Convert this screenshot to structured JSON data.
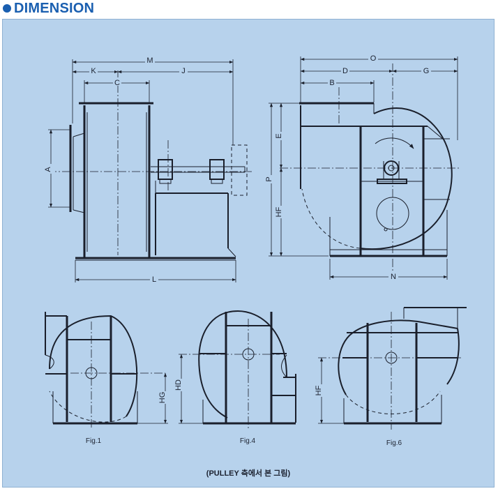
{
  "header": {
    "title": "DIMENSION",
    "bullet_color": "#1a5fb0"
  },
  "panel_color": "#b7d2ec",
  "dimensions": {
    "M": "M",
    "K": "K",
    "J": "J",
    "C": "C",
    "A": "A",
    "L": "L",
    "O": "O",
    "D": "D",
    "G": "G",
    "B": "B",
    "E": "E",
    "P": "P",
    "HF": "HF",
    "N": "N"
  },
  "figures": {
    "fig1": {
      "label": "Fig.1",
      "dim": "HG"
    },
    "fig4": {
      "label": "Fig.4",
      "dim": "HD"
    },
    "fig6": {
      "label": "Fig.6",
      "dim": "HF"
    }
  },
  "caption": "(PULLEY 측에서 본 그림)"
}
